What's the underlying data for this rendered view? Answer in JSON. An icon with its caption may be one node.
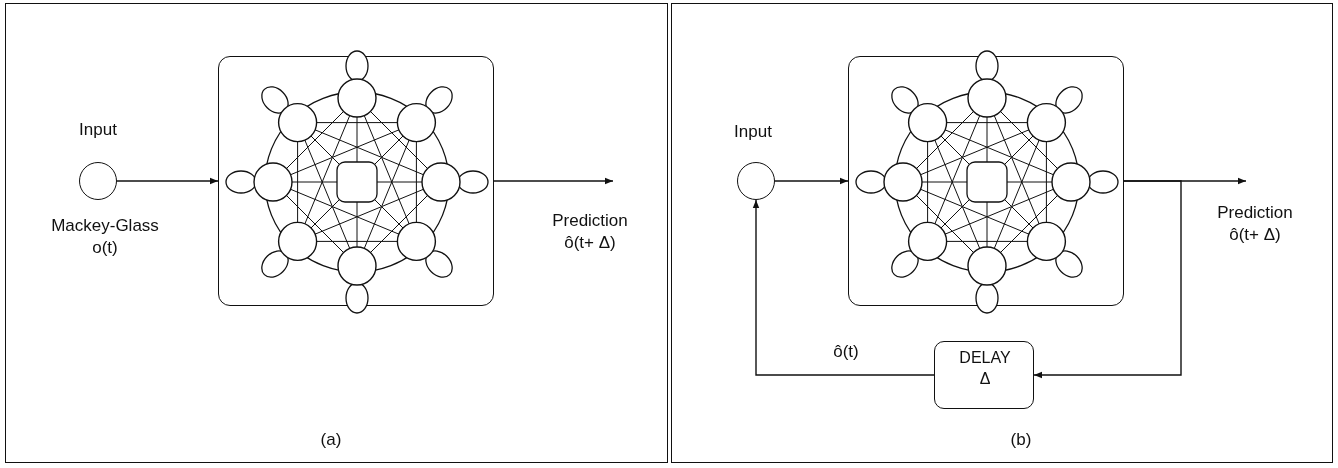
{
  "diagram": {
    "nodes": [
      {
        "text": [
          "(a)"
        ]
      },
      {
        "text": [
          "Input",
          "Mackey-Glass o(t)"
        ],
        "in": 0
      },
      {
        "text": [],
        "shape": "box",
        "in": 0
      },
      {
        "text": [
          "(b)"
        ]
      },
      {
        "text": [
          "Input"
        ],
        "in": 3
      },
      {
        "text": [],
        "shape": "box",
        "in": 3
      },
      {
        "text": [
          "DELAY Δ"
        ],
        "in": 3
      }
    ],
    "edges": [
      {
        "from": 1,
        "to": 2,
        "arrow": "to"
      },
      {
        "from": 2,
        "to": null,
        "arrow": "to"
      },
      {
        "from": 4,
        "to": 5,
        "arrow": "to"
      },
      {
        "from": 5,
        "to": null,
        "arrow": "to"
      },
      {
        "from": 5,
        "to": 6,
        "arrow": "to"
      },
      {
        "from": 6,
        "to": 4,
        "label": "ô(t)",
        "arrow": "to"
      }
    ],
    "labels": [
      "Prediction ô(t+ Δ)",
      "Prediction ô(t+ Δ)"
    ]
  }
}
